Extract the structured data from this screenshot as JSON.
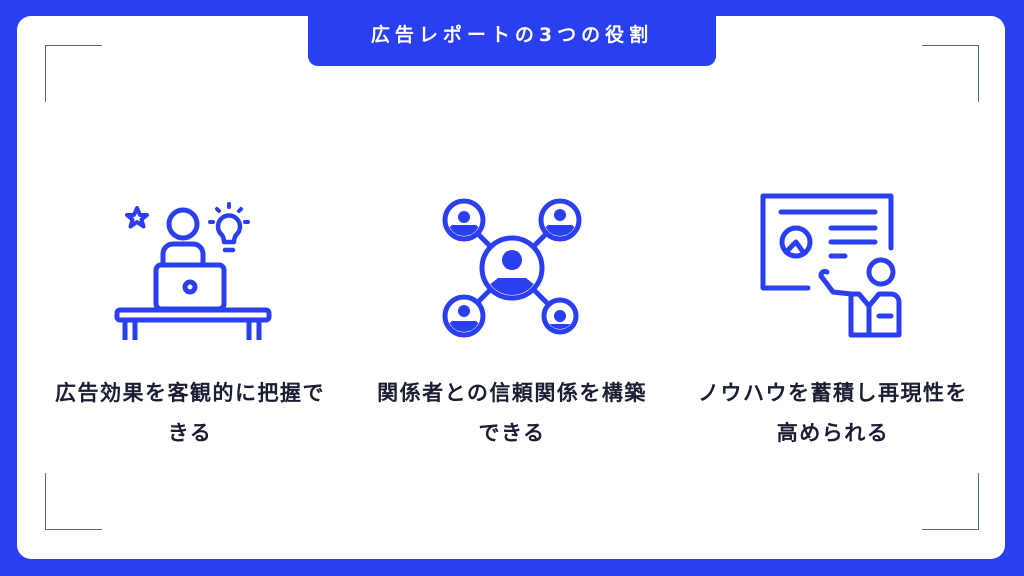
{
  "colors": {
    "background": "#2b3ff2",
    "card": "#ffffff",
    "accent": "#2b3ff2",
    "corner_bracket": "#5866a8",
    "text": "#1b1f33"
  },
  "header": {
    "title": "広告レポートの3つの役割"
  },
  "roles": [
    {
      "icon": "person-laptop-idea-icon",
      "label": "広告効果を客観的に把握できる"
    },
    {
      "icon": "network-people-icon",
      "label": "関係者との信頼関係を構築できる"
    },
    {
      "icon": "presentation-board-icon",
      "label": "ノウハウを蓄積し再現性を高められる"
    }
  ]
}
